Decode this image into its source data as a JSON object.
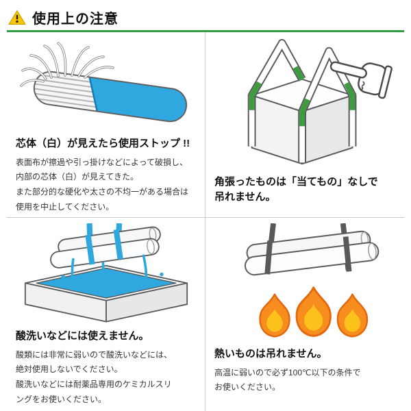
{
  "header": {
    "title": "使用上の注意"
  },
  "sections": {
    "frayed": {
      "heading": "芯体（白）が見えたら使用ストップ !!",
      "body": "表面布が擦過や引っ掛けなどによって破損し、\n内部の芯体（白）が見えてきた。\nまた部分的な硬化や太さの不均一がある場合は\n使用を中止してください。"
    },
    "angular": {
      "heading": "角張ったものは「当てもの」なしで\n吊れません。"
    },
    "acid": {
      "heading": "酸洗いなどには使えません。",
      "body": "酸類には非常に弱いので酸洗いなどには、\n絶対使用しないでください。\n酸洗いなどには耐薬品専用のケミカルスリ\nングをお使いください。"
    },
    "hot": {
      "heading": "熱いものは吊れません。",
      "body": "高温に弱いので必ず100℃以下の条件で\nお使いください。"
    }
  },
  "colors": {
    "accent_green": "#2f9e3e",
    "warning_yellow": "#f7c600",
    "sling_blue": "#2fa8e0",
    "strap_green": "#3f9b3f",
    "flame_orange": "#f78d1e",
    "flame_inner": "#fcc21b",
    "divider_gray": "#cccccc"
  },
  "icons": {
    "warning": "warning-triangle",
    "hand": "pointing-hand",
    "flame": "fire"
  }
}
